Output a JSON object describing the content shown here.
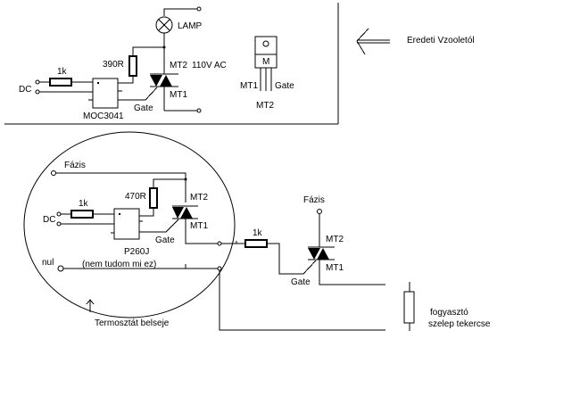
{
  "original_circuit": {
    "lamp_label": "LAMP",
    "voltage_label": "110V AC",
    "resistor_input": "1k",
    "resistor_gate": "390R",
    "dc_label": "DC",
    "optocoupler": "MOC3041",
    "triac_mt2": "MT2",
    "triac_mt1": "MT1",
    "triac_gate": "Gate"
  },
  "package": {
    "tab_label": "M",
    "pin_left": "MT1",
    "pin_right": "Gate",
    "pin_bottom": "MT2"
  },
  "annotation_original": "Eredeti Vzooletól",
  "thermostat_circuit": {
    "phase_label": "Fázis",
    "resistor_input": "1k",
    "resistor_gate": "470R",
    "dc_label": "DC",
    "optocoupler": "P260J",
    "optocoupler_note": "(nem tudom mi ez)",
    "neutral_label": "nul",
    "triac_mt2": "MT2",
    "triac_mt1": "MT1",
    "triac_gate": "Gate",
    "caption": "Termosztát belseje"
  },
  "external_circuit": {
    "phase_label": "Fázis",
    "resistor": "1k",
    "triac_mt2": "MT2",
    "triac_mt1": "MT1",
    "triac_gate": "Gate",
    "load_label_1": "fogyasztó",
    "load_label_2": "szelep tekercse"
  }
}
